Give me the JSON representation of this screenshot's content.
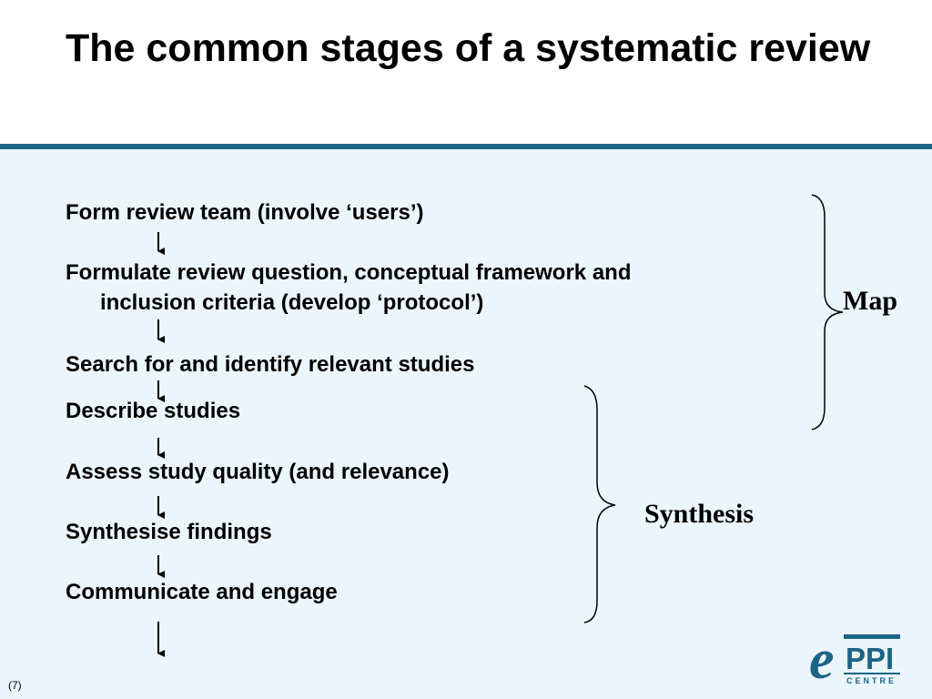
{
  "slide": {
    "title": "The common stages of a systematic review",
    "page_number": "(7)"
  },
  "steps": [
    {
      "line1": "Form review team (involve ‘users’)",
      "line2": ""
    },
    {
      "line1": "Formulate review question, conceptual framework and",
      "line2": "inclusion criteria (develop ‘protocol’)"
    },
    {
      "line1": "Search for and identify relevant studies",
      "line2": ""
    },
    {
      "line1": "Describe studies",
      "line2": ""
    },
    {
      "line1": "Assess study quality (and relevance)",
      "line2": ""
    },
    {
      "line1": "Synthesise findings",
      "line2": ""
    },
    {
      "line1": "Communicate and engage",
      "line2": ""
    }
  ],
  "groups": {
    "map_label": "Map",
    "synthesis_label": "Synthesis"
  },
  "logo": {
    "letter": "e",
    "name": "PPI",
    "sub": "CENTRE",
    "color": "#1d6486"
  },
  "colors": {
    "title_rule": "#1d6486",
    "content_background": "#eaf6fc"
  }
}
